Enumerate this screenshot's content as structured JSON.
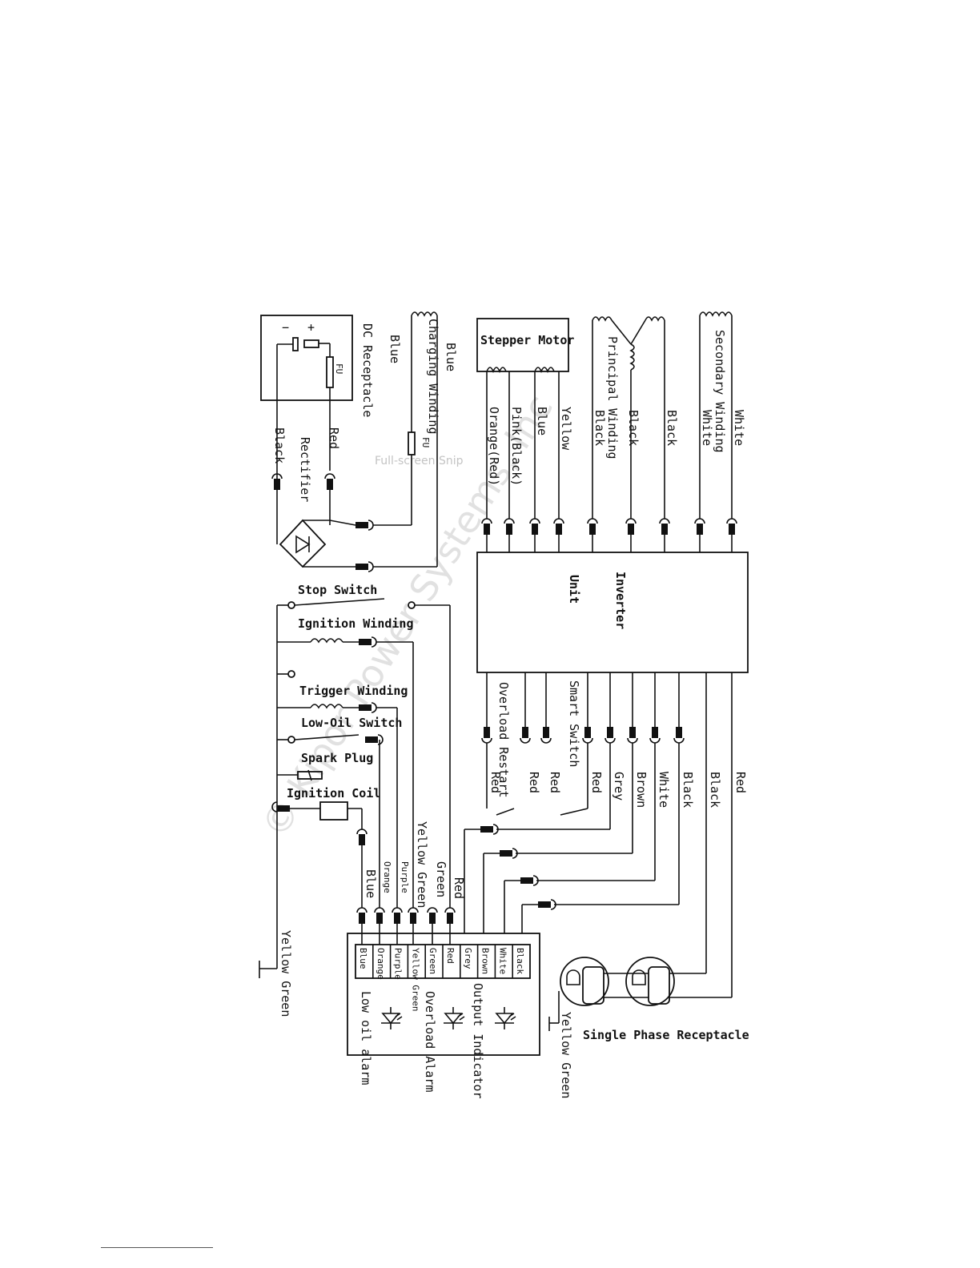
{
  "dc_section": {
    "receptacle": "DC Receptacle",
    "plus": "+",
    "minus": "−",
    "fuse": "FU",
    "rectifier": "Rectifier",
    "red": "Red",
    "black": "Black"
  },
  "charging": {
    "blue_top": "Blue",
    "title": "Charging Winding",
    "blue_bottom": "Blue",
    "fuse": "FU"
  },
  "stepper": {
    "title": "Stepper Motor",
    "wires": [
      "Orange(Red)",
      "Pink(Black)",
      "Blue",
      "Yellow"
    ]
  },
  "principal": {
    "title": "Principal Winding",
    "black1": "Black",
    "black2": "Black",
    "black3": "Black"
  },
  "secondary": {
    "title": "Secondary Winding",
    "white1": "White",
    "white2": "White"
  },
  "inverter": {
    "line1": "Inverter",
    "line2": "Unit"
  },
  "inverter_bottom": {
    "overload_restart": "Overload Restart",
    "smart_switch": "Smart Switch",
    "wires": [
      "Red",
      "Red",
      "Red",
      "Red",
      "Grey",
      "Brown",
      "White",
      "Black",
      "Black",
      "Red"
    ]
  },
  "engine": {
    "stop_switch": "Stop Switch",
    "ignition_winding": "Ignition Winding",
    "trigger_winding": "Trigger Winding",
    "low_oil_switch": "Low-Oil Switch",
    "spark_plug": "Spark Plug",
    "ignition_coil": "Ignition Coil",
    "ground_label": "Yellow Green"
  },
  "panel_wires": [
    "Blue",
    "Orange",
    "Purple",
    "Yellow Green",
    "Green",
    "Red"
  ],
  "panel": {
    "terminals": [
      "Blue",
      "Orange",
      "Purple",
      "Yellow Green",
      "Green",
      "Red",
      "Grey",
      "Brown",
      "White",
      "Black"
    ],
    "low_oil_alarm": "Low oil alarm",
    "overload_alarm": "Overload Alarm",
    "output_indicator": "Output Indicator"
  },
  "receptacle": {
    "title": "Single Phase Receptacle",
    "ground_label": "Yellow Green"
  },
  "watermark": "© Kipor Power Systems, Inc",
  "faint_text": "Full-screen Snip"
}
